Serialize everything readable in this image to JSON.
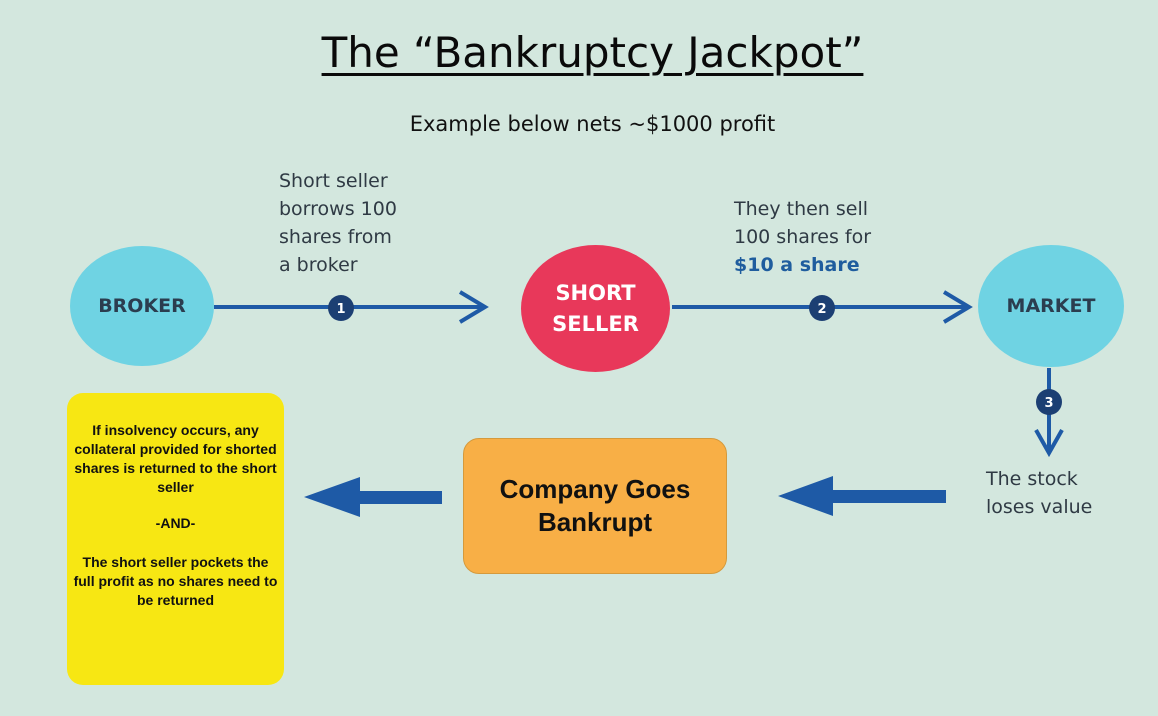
{
  "title": "The “Bankruptcy Jackpot”",
  "subtitle": "Example below nets ~$1000 profit",
  "nodes": {
    "broker": "BROKER",
    "short_seller": "SHORT\nSELLER",
    "market": "MARKET"
  },
  "steps": {
    "one": {
      "number": "1",
      "text": "Short seller\nborrows 100\nshares from\na broker"
    },
    "two": {
      "number": "2",
      "text_plain": "They then sell\n100 shares for\n",
      "text_price": "$10 a share"
    },
    "three": {
      "number": "3",
      "text": "The stock\nloses value"
    }
  },
  "company_box": "Company Goes\nBankrupt",
  "outcome": {
    "line1": "If insolvency occurs, any collateral provided for shorted shares is returned to the short seller",
    "and": "-AND-",
    "line2": "The short seller pockets the full profit as no shares need to be returned"
  },
  "colors": {
    "background": "#d3e7de",
    "node_blue": "#6fd3e3",
    "node_red": "#e8385a",
    "arrow": "#1e5aa6",
    "step_badge": "#1c3f73",
    "company_box": "#f8af46",
    "outcome_box": "#f7e713"
  }
}
